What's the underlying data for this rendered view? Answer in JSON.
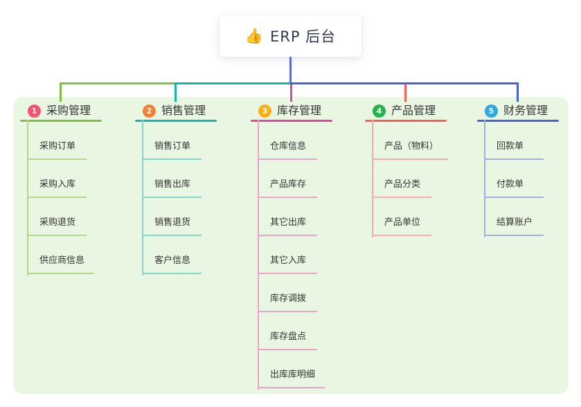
{
  "root": {
    "icon": "👍",
    "title": "ERP 后台"
  },
  "colors": {
    "root_connector": "#5a6ad8",
    "panel_bg": "#e8f6e2",
    "title_text": "#2e3a51",
    "item_text": "#333333"
  },
  "branches": [
    {
      "number": "1",
      "label": "采购管理",
      "badge_color": "#f3536d",
      "line_color": "#7cc13f",
      "light_color": "#b0da86",
      "items": [
        "采购订单",
        "采购入库",
        "采购退货",
        "供应商信息"
      ]
    },
    {
      "number": "2",
      "label": "销售管理",
      "badge_color": "#f08138",
      "line_color": "#13b5ac",
      "light_color": "#82d6cf",
      "items": [
        "销售订单",
        "销售出库",
        "销售退货",
        "客户信息"
      ]
    },
    {
      "number": "3",
      "label": "库存管理",
      "badge_color": "#f9b013",
      "line_color": "#e0479c",
      "light_color": "#efa0cd",
      "items": [
        "仓库信息",
        "产品库存",
        "其它出库",
        "其它入库",
        "库存调拨",
        "库存盘点",
        "出库库明细"
      ]
    },
    {
      "number": "4",
      "label": "产品管理",
      "badge_color": "#26b24c",
      "line_color": "#f85e56",
      "light_color": "#fcaaa5",
      "items": [
        "产品（物料）",
        "产品分类",
        "产品单位"
      ]
    },
    {
      "number": "5",
      "label": "财务管理",
      "badge_color": "#2ca8e2",
      "line_color": "#4563d4",
      "light_color": "#9fb0e6",
      "items": [
        "回款单",
        "付款单",
        "结算账户"
      ]
    }
  ]
}
